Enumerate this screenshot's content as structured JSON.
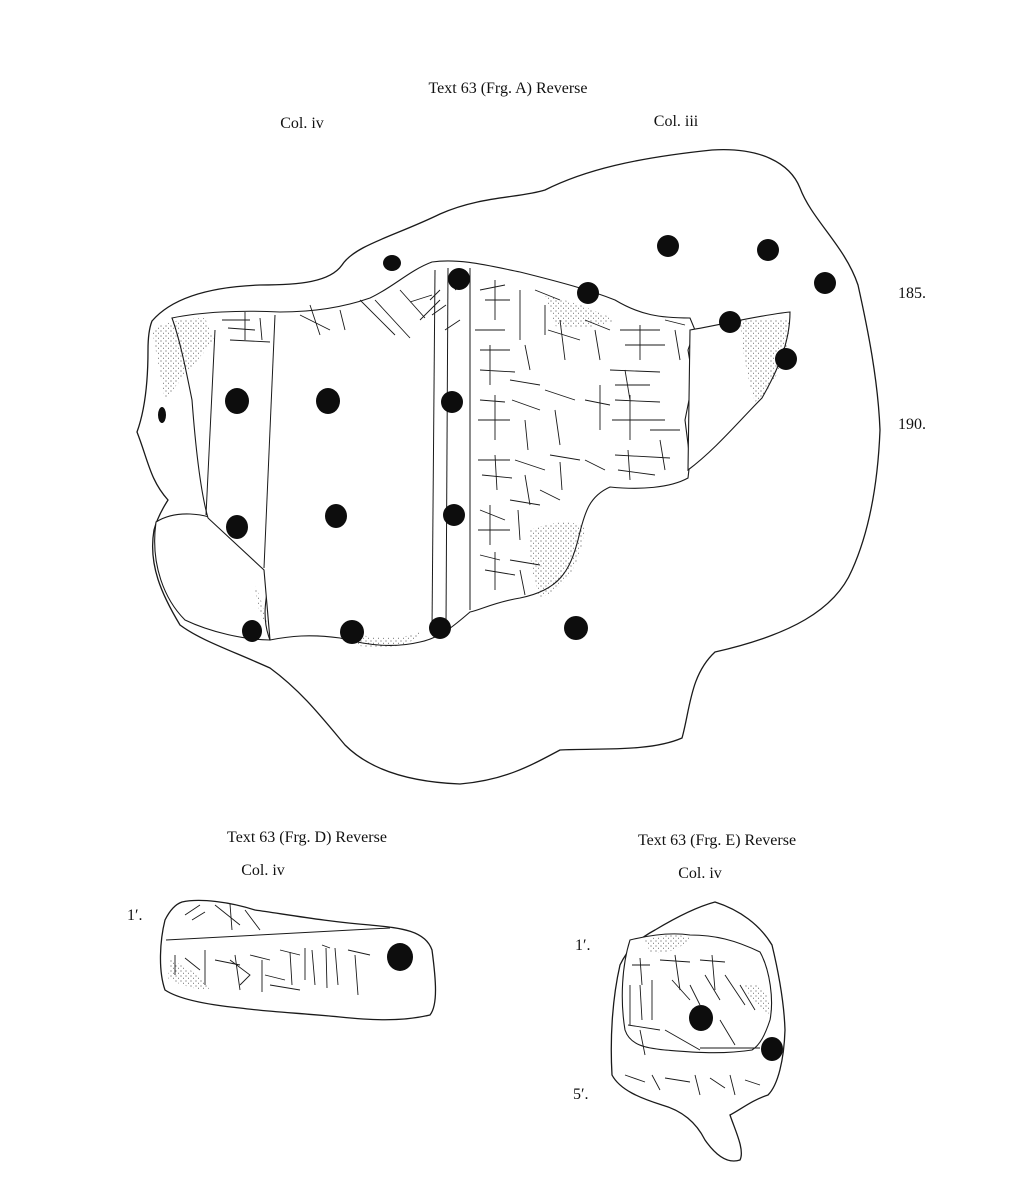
{
  "fragment_a": {
    "title": "Text 63 (Frg. A) Reverse",
    "col_left": "Col. iv",
    "col_right": "Col. iii",
    "line_numbers": [
      "185.",
      "190."
    ]
  },
  "fragment_d": {
    "title": "Text 63 (Frg. D) Reverse",
    "col": "Col. iv",
    "line_numbers": [
      "1′."
    ]
  },
  "fragment_e": {
    "title": "Text 63 (Frg. E) Reverse",
    "col": "Col. iv",
    "line_numbers": [
      "1′.",
      "5′."
    ]
  },
  "colors": {
    "ink": "#1a1a1a",
    "paper": "#ffffff",
    "hole": "#0d0d0d"
  }
}
